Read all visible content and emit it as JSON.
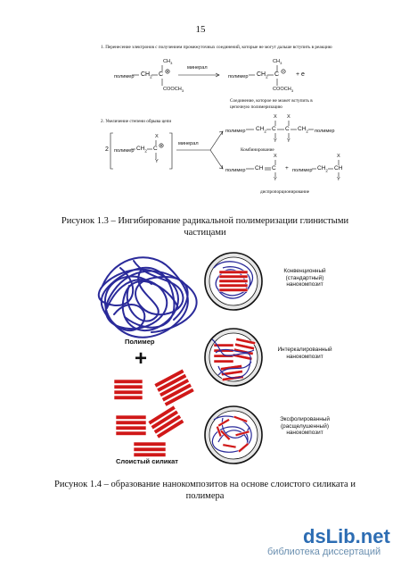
{
  "page_number": "15",
  "fig13": {
    "step1_title": "1.    Перенесение электронов с получением промежуточных соединений, которые не могут дальше вступить в реакцию",
    "step2_title": "2.    Увеличение степени обрыва цепи",
    "polymer": "полимер",
    "mineral": "минерал",
    "ch2": "CH",
    "sub2": "2",
    "c_label": "C",
    "ch3": "CH",
    "sub3": "3",
    "cooch3": "COOCH",
    "plus_e": "+  e",
    "note_line1": "Соединение, которое не может вступить в",
    "note_line2": "цепочную полимеризацию",
    "coef_2": "2",
    "x": "X",
    "y": "Y",
    "combination": "Комбинирование",
    "disproportionation": "диспропорционирование",
    "ch_label": "CH",
    "plus": "+"
  },
  "caption13": "Рисунок 1.3 – Ингибирование радикальной полимеризации глинистыми частицами",
  "fig14": {
    "polymer_label": "Полимер",
    "plus": "+",
    "silicate_label": "Слоистый силикат",
    "nano1": [
      "Конвенционный",
      "(стандартный)",
      "нанокомпозит"
    ],
    "nano2": [
      "Интеркалированный",
      "нанокомпозит"
    ],
    "nano3": [
      "Эксфолированный",
      "(расщелушенный)",
      "нанокомпозит"
    ],
    "colors": {
      "polymer_chain": "#2a2a9a",
      "silicate_layers": "#d01818",
      "circle": "#111111"
    }
  },
  "caption14": "Рисунок 1.4 – образование нанокомпозитов на основе слоистого силиката и полимера",
  "watermark": {
    "logo_main": "dsLib",
    "logo_tld": ".net",
    "subtitle": "библиотека диссертаций",
    "colors": {
      "ds": "#2d6db3",
      "lib": "#7fb63a",
      "net": "#2d6db3"
    }
  }
}
